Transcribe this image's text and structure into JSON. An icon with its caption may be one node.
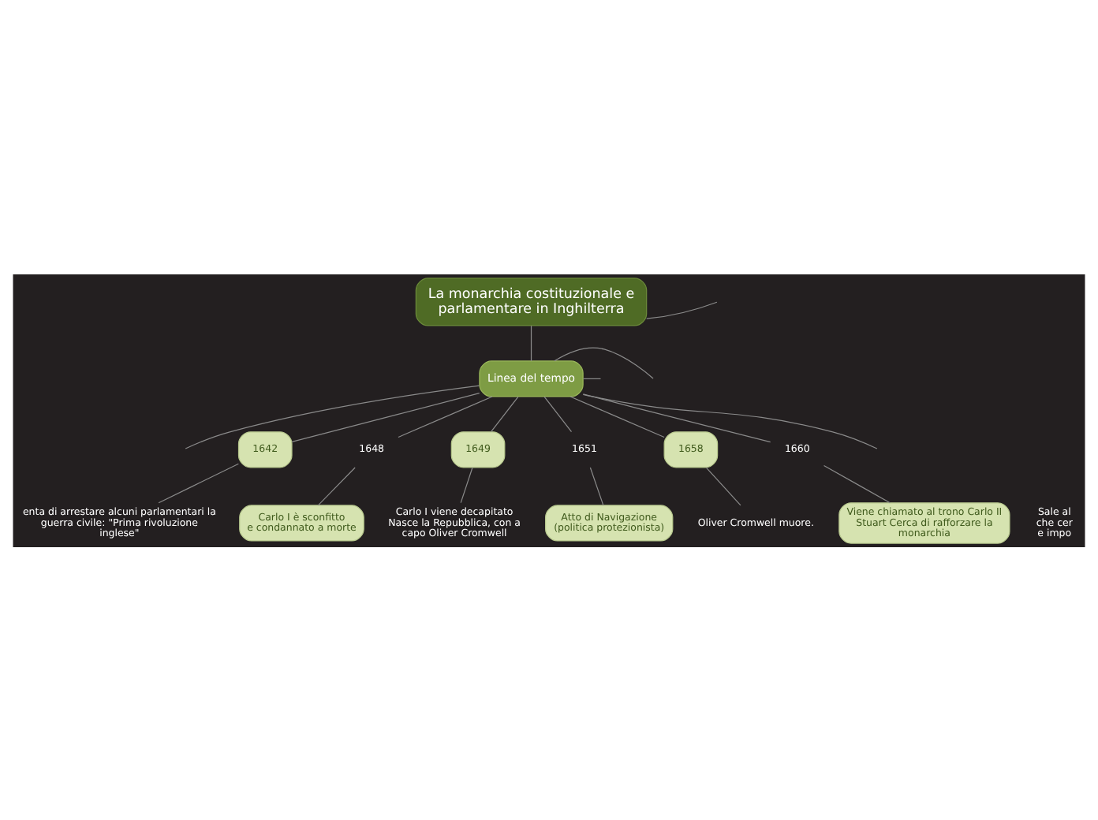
{
  "diagram": {
    "nodes": [
      {
        "text": [
          "La monarchia costituzionale e parlamentare in Inghilterra"
        ]
      },
      {
        "text": [
          "Linea del tempo"
        ]
      },
      {
        "text": [
          "1642"
        ]
      },
      {
        "text": [
          "enta di arrestare alcuni parlamentari la guerra civile: \"Prima rivoluzione inglese\""
        ]
      },
      {
        "text": [
          "1648"
        ]
      },
      {
        "text": [
          "Carlo I è sconfitto e condannato a morte"
        ]
      },
      {
        "text": [
          "1649"
        ]
      },
      {
        "text": [
          "Carlo I viene decapitato Nasce la Repubblica, con a capo Oliver Cromwell"
        ]
      },
      {
        "text": [
          "1651"
        ]
      },
      {
        "text": [
          "Atto di Navigazione (politica protezionista)"
        ]
      },
      {
        "text": [
          "1658"
        ]
      },
      {
        "text": [
          "Oliver Cromwell muore."
        ]
      },
      {
        "text": [
          "1660"
        ]
      },
      {
        "text": [
          "Viene chiamato al trono Carlo II Stuart Cerca di rafforzare la monarchia"
        ]
      },
      {
        "text": [
          "Sale al che cer e impo"
        ]
      }
    ],
    "edges": [
      {
        "from": 0,
        "to": null,
        "arrow": "none"
      },
      {
        "from": 0,
        "to": 1,
        "arrow": "none"
      },
      {
        "from": 1,
        "to": null,
        "arrow": "none"
      },
      {
        "from": 1,
        "to": null,
        "arrow": "none"
      },
      {
        "from": 1,
        "to": 2,
        "arrow": "none"
      },
      {
        "from": 2,
        "to": 3,
        "arrow": "none"
      },
      {
        "from": 1,
        "to": 4,
        "arrow": "none"
      },
      {
        "from": 4,
        "to": 5,
        "arrow": "none"
      },
      {
        "from": 1,
        "to": 6,
        "arrow": "none"
      },
      {
        "from": 6,
        "to": 7,
        "arrow": "none"
      },
      {
        "from": 1,
        "to": 8,
        "arrow": "none"
      },
      {
        "from": 8,
        "to": 9,
        "arrow": "none"
      },
      {
        "from": 1,
        "to": 10,
        "arrow": "none"
      },
      {
        "from": 10,
        "to": 11,
        "arrow": "none"
      },
      {
        "from": 1,
        "to": 12,
        "arrow": "none"
      },
      {
        "from": 12,
        "to": 13,
        "arrow": "none"
      },
      {
        "from": 1,
        "to": null,
        "arrow": "none"
      },
      {
        "from": 1,
        "to": null,
        "arrow": "none"
      }
    ]
  }
}
